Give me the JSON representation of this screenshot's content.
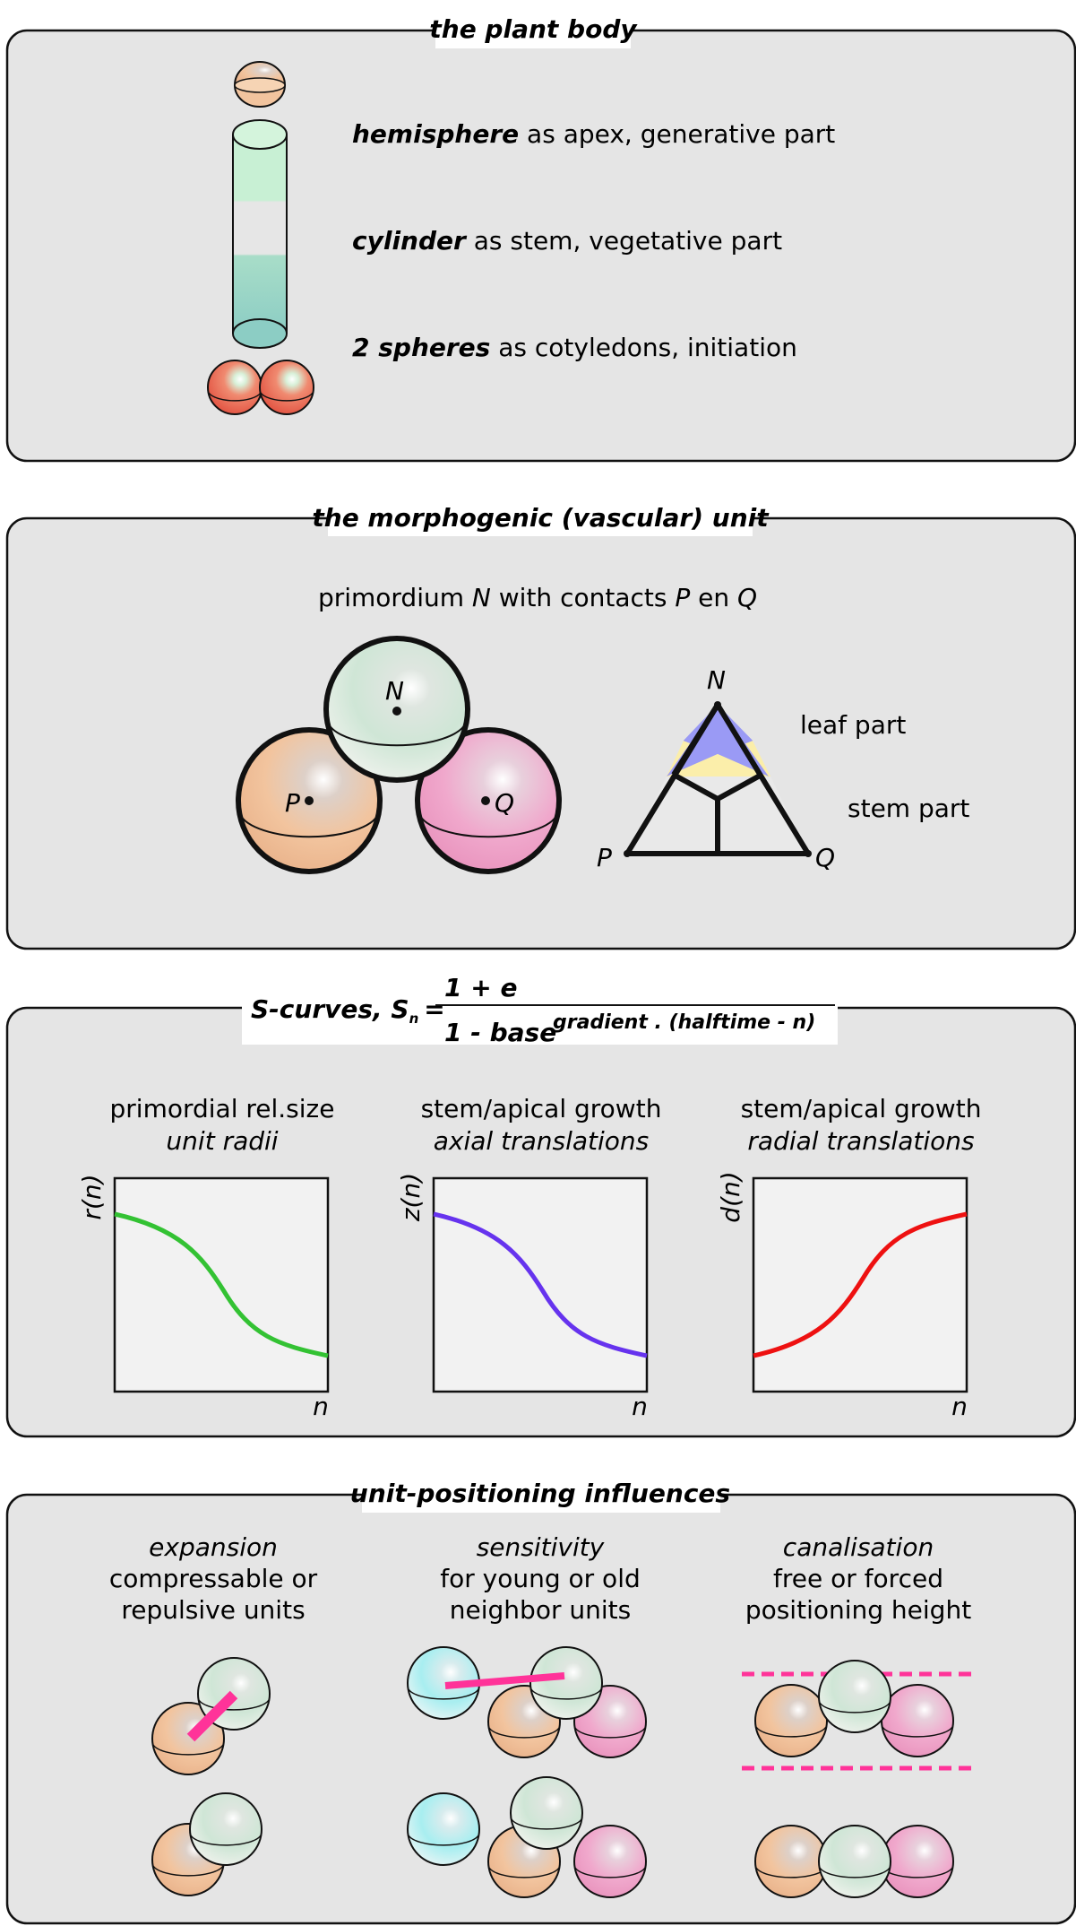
{
  "panel1": {
    "title": "the plant body",
    "rows": [
      {
        "term": "hemisphere",
        "desc": " as apex, generative part"
      },
      {
        "term": "cylinder",
        "desc": " as stem, vegetative part"
      },
      {
        "term": "2 spheres",
        "desc": " as cotyledons, initiation"
      }
    ]
  },
  "panel2": {
    "title": "the morphogenic (vascular) unit",
    "caption": {
      "t1": "primordium ",
      "n": "N",
      "t2": " with contacts ",
      "p": "P",
      "t3": " en ",
      "q": "Q"
    },
    "labels": {
      "n": "N",
      "p": "P",
      "q": "Q"
    },
    "leaf_part": "leaf part",
    "stem_part": "stem part"
  },
  "panel3": {
    "formula": {
      "lhs": "S-curves, S",
      "sub": "n",
      "eq": "=",
      "numerator": "1 + e",
      "denominator": "1 - base",
      "exponent": "gradient . (halftime - n)"
    },
    "plots": [
      {
        "heading": "primordial rel.size",
        "subheading": "unit radii",
        "ylabel": "r(n)",
        "xlabel": "n",
        "color": "#33c233"
      },
      {
        "heading": "stem/apical growth",
        "subheading": "axial translations",
        "ylabel": "z(n)",
        "xlabel": "n",
        "color": "#6633ee"
      },
      {
        "heading": "stem/apical growth",
        "subheading": "radial translations",
        "ylabel": "d(n)",
        "xlabel": "n",
        "color": "#ee1111"
      }
    ]
  },
  "panel4": {
    "title": "unit-positioning influences",
    "columns": [
      {
        "heading": "expansion",
        "line1": "compressable or",
        "line2": "repulsive units"
      },
      {
        "heading": "sensitivity",
        "line1": "for young or old",
        "line2": "neighbor units"
      },
      {
        "heading": "canalisation",
        "line1": "free or forced",
        "line2": "positioning height"
      }
    ]
  },
  "colors": {
    "panel_bg": "#e5e5e5",
    "peach": "#f2c49e",
    "mint": "#cfe6d6",
    "pink": "#f0a8cc",
    "cyan": "#a8eef0",
    "red_sphere": "#ee6655",
    "magenta_bar": "#ff3399",
    "leaf_fill": "#9a9af5",
    "stem_fill": "#fbeeaa"
  }
}
